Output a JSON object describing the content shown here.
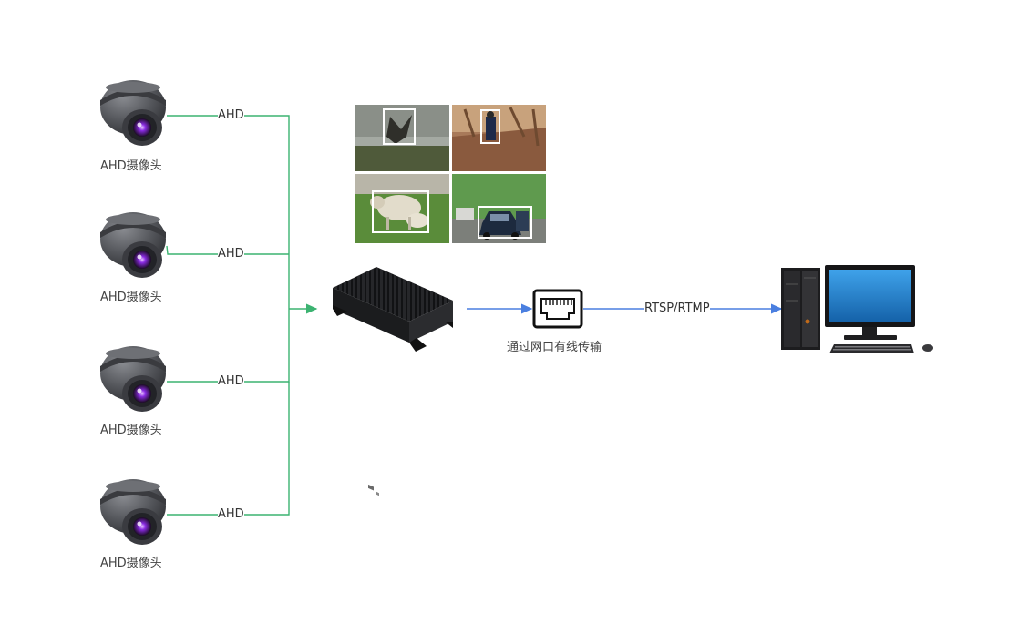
{
  "cameras": [
    {
      "caption": "AHD摄像头",
      "link_label": "AHD"
    },
    {
      "caption": "AHD摄像头",
      "link_label": "AHD"
    },
    {
      "caption": "AHD摄像头",
      "link_label": "AHD"
    },
    {
      "caption": "AHD摄像头",
      "link_label": "AHD"
    }
  ],
  "network": {
    "caption": "通过网口有线传输"
  },
  "stream": {
    "label": "RTSP/RTMP"
  },
  "colors": {
    "ahd_line": "#3cb371",
    "net_line": "#4a7fe0",
    "camera_body": "#55575c",
    "box_body": "#1f2022",
    "monitor_screen": "#1f7fd0"
  }
}
